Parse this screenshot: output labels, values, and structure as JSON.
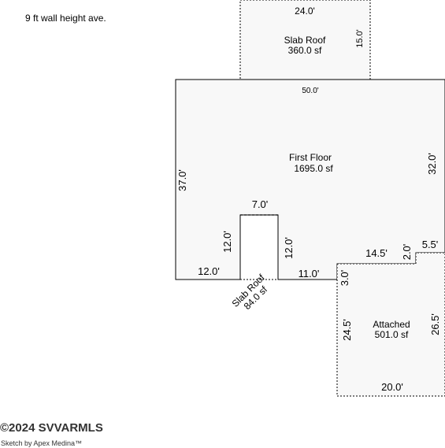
{
  "header": {
    "wall_height_note": "9 ft wall height ave."
  },
  "areas": {
    "slab_roof_top": {
      "label": "Slab Roof",
      "area": "360.0 sf",
      "dim_top": "24.0'",
      "dim_side": "15.0'"
    },
    "first_floor": {
      "label": "First Floor",
      "area": "1695.0 sf",
      "dim_top": "50.0'",
      "dim_left": "37.0'",
      "dim_right": "32.0'",
      "dim_bottom_left": "12.0'",
      "dim_bottom_mid": "11.0'",
      "dim_step_horizontal": "14.5'",
      "dim_step_vertical": "2.0'",
      "dim_step_right": "5.5'"
    },
    "notch": {
      "dim_width": "7.0'",
      "dim_left": "12.0'",
      "dim_right": "12.0'"
    },
    "slab_roof_small": {
      "label": "Slab Roof",
      "area": "84.0 sf"
    },
    "attached": {
      "label": "Attached",
      "area": "501.0 sf",
      "dim_left": "24.5'",
      "dim_right": "26.5'",
      "dim_bottom": "20.0'",
      "dim_offset": "3.0'"
    }
  },
  "footer": {
    "copyright": "©2024 SVVARMLS",
    "credit": "Sketch by Apex Medina™"
  },
  "colors": {
    "fill": "#f8f8f8",
    "line": "#000000"
  }
}
